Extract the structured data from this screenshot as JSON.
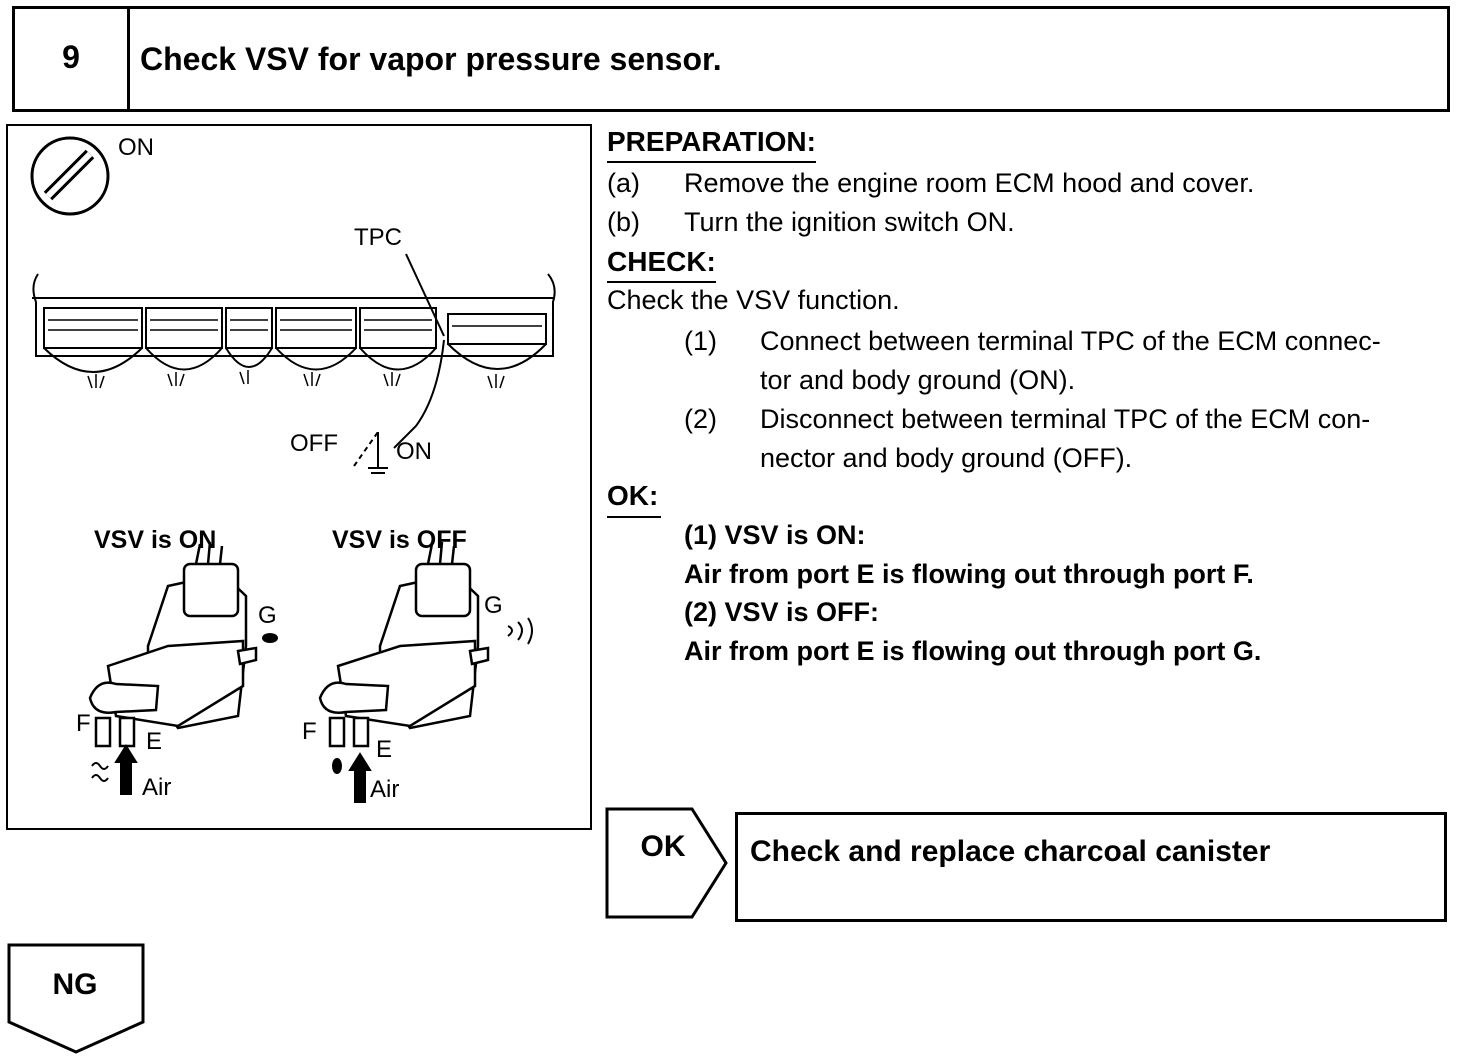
{
  "step": {
    "number": "9",
    "title": "Check VSV for vapor pressure sensor."
  },
  "illustration": {
    "ignition_label": "ON",
    "tpc_label": "TPC",
    "off_label": "OFF",
    "on_label": "ON",
    "vsv_on_title": "VSV is ON",
    "vsv_off_title": "VSV is OFF",
    "port_f": "F",
    "port_e": "E",
    "port_g": "G",
    "air_label": "Air"
  },
  "preparation": {
    "heading": "PREPARATION:",
    "items": [
      {
        "marker": "(a)",
        "text": "Remove the engine room ECM hood and cover."
      },
      {
        "marker": "(b)",
        "text": "Turn the ignition switch ON."
      }
    ]
  },
  "check": {
    "heading": "CHECK:",
    "intro": "Check the VSV function.",
    "items": [
      {
        "marker": "(1)",
        "line1": "Connect between terminal TPC of the ECM connec-",
        "line2": "tor and body ground (ON)."
      },
      {
        "marker": "(2)",
        "line1": "Disconnect between terminal TPC of the ECM con-",
        "line2": "nector and body ground (OFF)."
      }
    ]
  },
  "ok_spec": {
    "heading": "OK:",
    "lines": [
      "(1) VSV is ON:",
      "Air from port E is flowing out through port F.",
      "(2) VSV is OFF:",
      "Air from port E is flowing out through port G."
    ]
  },
  "result_ok": {
    "label": "OK",
    "action": "Check and replace charcoal canister"
  },
  "result_ng": {
    "label": "NG"
  }
}
